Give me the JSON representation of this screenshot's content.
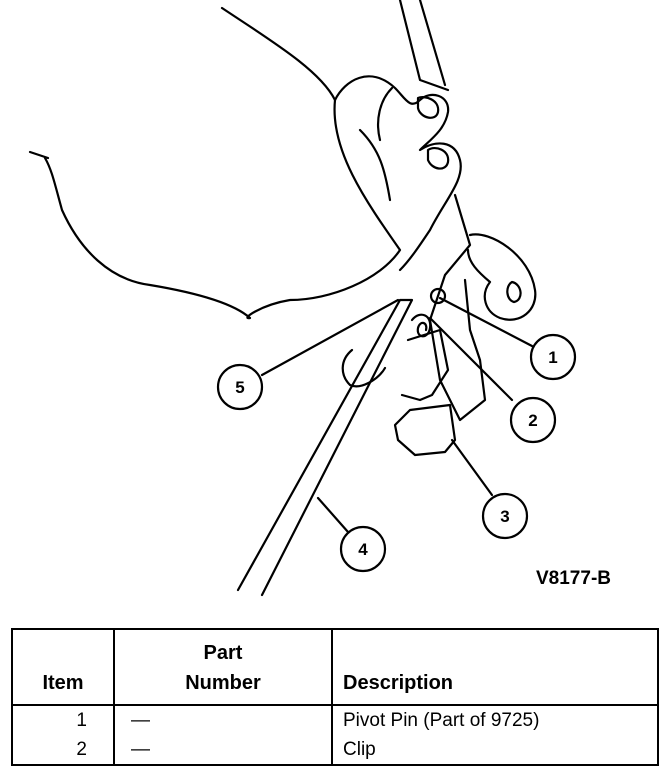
{
  "figure": {
    "id_label": "V8177-B",
    "callouts": [
      "1",
      "2",
      "3",
      "4",
      "5"
    ]
  },
  "table": {
    "headers": {
      "item": "Item",
      "part_number_line1": "Part",
      "part_number_line2": "Number",
      "description": "Description"
    },
    "rows": [
      {
        "item": "1",
        "part_number": "—",
        "description": "Pivot Pin (Part of 9725)"
      },
      {
        "item": "2",
        "part_number": "—",
        "description": "Clip"
      }
    ]
  }
}
